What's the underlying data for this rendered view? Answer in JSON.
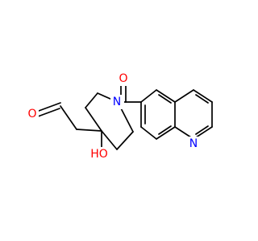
{
  "molecule": {
    "atoms": {
      "aldehyde_oxygen": "O",
      "hydroxyl_group": "HO",
      "piperidine_nitrogen": "N",
      "carbonyl_oxygen": "O",
      "quinoline_nitrogen": "N"
    },
    "colors": {
      "oxygen": "#ff0000",
      "nitrogen": "#0000ff",
      "bond": "#000000",
      "background": "#ffffff"
    }
  }
}
